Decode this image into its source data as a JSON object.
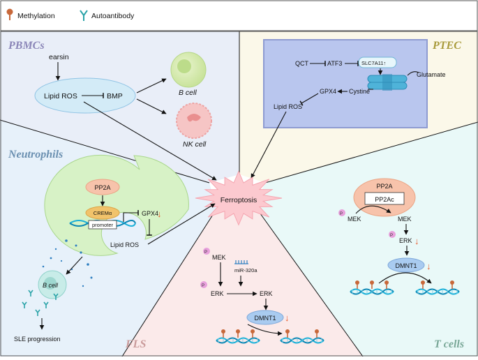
{
  "legend": {
    "methylation": "Methylation",
    "autoantibody": "Autoantibody"
  },
  "colors": {
    "pbmc_bg": "#e9eef8",
    "ptec_bg": "#fbf8e9",
    "neutro_bg": "#e7f1fa",
    "fls_bg": "#fbeaea",
    "tcell_bg": "#e9f9f8",
    "methyl": "#c8683a",
    "down_arrow": "#e85a2c",
    "dna": "#1ab0d8"
  },
  "center": {
    "label": "Ferroptosis"
  },
  "pbmcs": {
    "title": "PBMCs",
    "earsin": "earsin",
    "lipid_ros": "Lipid ROS",
    "bmp": "BMP",
    "b_cell": "B cell",
    "nk_cell": "NK cell"
  },
  "ptec": {
    "title": "PTEC",
    "qct": "QCT",
    "atf3": "ATF3",
    "slc7a11": "SLC7A11↑",
    "glutamate": "Glutamate",
    "gpx4": "GPX4",
    "cystine": "Cystine",
    "lipid_ros": "Lipid ROS"
  },
  "neutrophils": {
    "title": "Neutrophils",
    "pp2a": "PP2A",
    "crem": "CREMα",
    "promoter": "promoter",
    "gpx4": "GPX4",
    "lipid_ros": "Lipid ROS",
    "b_cell": "B cell",
    "sle": "SLE progression",
    "down": "↓"
  },
  "fls": {
    "title": "FLS",
    "mek": "MEK",
    "mir": "miR-320a",
    "erk1": "ERK",
    "erk2": "ERK",
    "dnmt1": "DMNT1",
    "p": "P",
    "down": "↓"
  },
  "tcells": {
    "title": "T cells",
    "pp2a": "PP2A",
    "pp2ac": "PP2Ac",
    "mek1": "MEK",
    "mek2": "MEK",
    "erk": "ERK",
    "dnmt1": "DMNT1",
    "p": "P",
    "down": "↓"
  }
}
